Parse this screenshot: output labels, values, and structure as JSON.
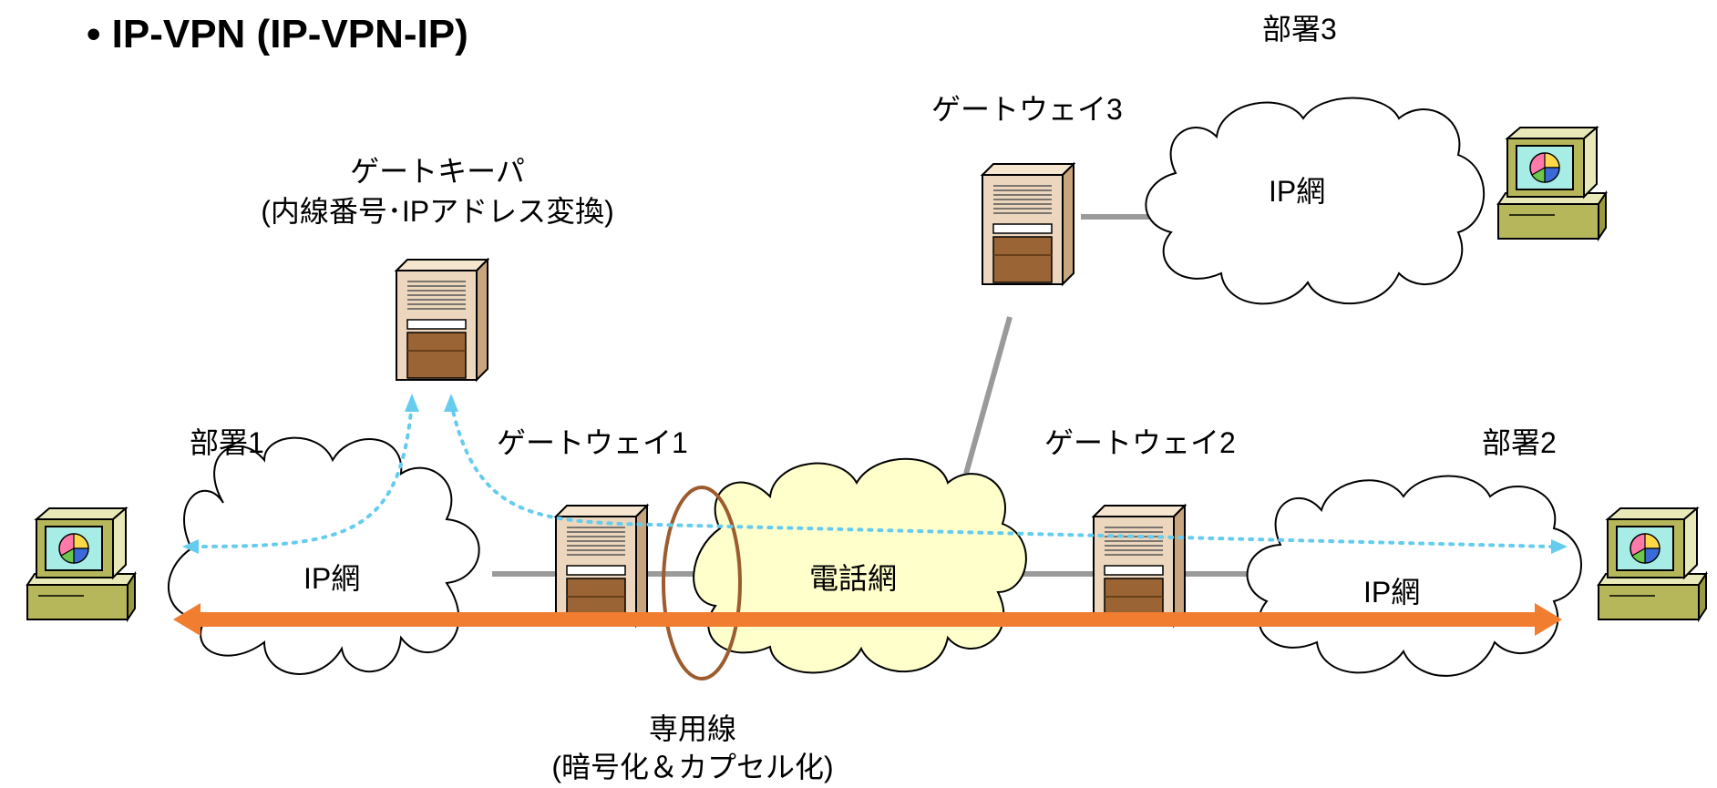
{
  "title": "IP-VPN (IP-VPN-IP)",
  "bullet": "•",
  "labels": {
    "dept3": "部署3",
    "gw3": "ゲートウェイ3",
    "ipnet3": "IP網",
    "gatekeeper": "ゲートキーパ",
    "gatekeeper_desc": "(内線番号･IPアドレス変換)",
    "dept1": "部署1",
    "gw1": "ゲートウェイ1",
    "gw2": "ゲートウェイ2",
    "dept2": "部署2",
    "ipnet1": "IP網",
    "phone_net": "電話網",
    "ipnet2": "IP網",
    "leased_line": "専用線",
    "leased_desc": "(暗号化＆カプセル化)"
  },
  "colors": {
    "line_gray": "#9a9a9a",
    "cloud_fill_white": "#ffffff",
    "cloud_fill_phone": "#ffffcc",
    "dotted_blue": "#66ccee",
    "orange": "#f07d30",
    "ring_brown": "#9c5c2e",
    "server_light": "#ecd6bd",
    "server_dark": "#9a6434"
  },
  "icons": [
    "computer-icon",
    "server-icon",
    "cloud-icon"
  ]
}
